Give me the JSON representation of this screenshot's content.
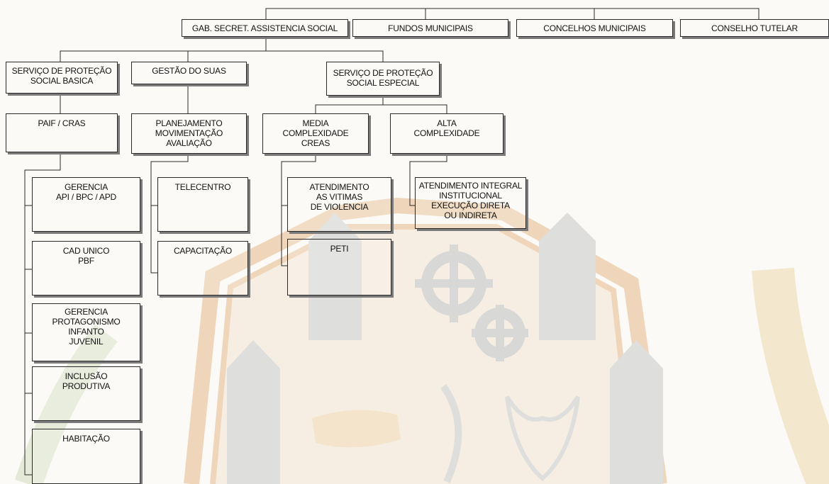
{
  "colors": {
    "line": "#2a2a2a",
    "shadow": "#7a7a7a",
    "watermark_orange": "#e6b98b",
    "watermark_gray": "#cfcfcf",
    "watermark_green": "#c9d6b2"
  },
  "top_row": {
    "gab": "GAB. SECRET. ASSISTENCIA SOCIAL",
    "fundos": "FUNDOS MUNICIPAIS",
    "concelhos": "CONCELHOS MUNICIPAIS",
    "tutelar": "CONSELHO TUTELAR"
  },
  "level2": {
    "basica": "SERVIÇO DE PROTEÇÃO\nSOCIAL BASICA",
    "suas": "GESTÃO DO SUAS",
    "especial": "SERVIÇO DE PROTEÇÃO\nSOCIAL ESPECIAL"
  },
  "level3": {
    "paif": "PAIF / CRAS",
    "planejamento": "PLANEJAMENTO\nMOVIMENTAÇÃO\nAVALIAÇÃO",
    "media": "MEDIA\nCOMPLEXIDADE\nCREAS",
    "alta": "ALTA\nCOMPLEXIDADE"
  },
  "basica_children": {
    "gerencia_api": "GERENCIA\nAPI / BPC / APD",
    "cad_unico": "CAD UNICO\nPBF",
    "protagonismo": "GERENCIA\nPROTAGONISMO\nINFANTO\nJUVENIL",
    "inclusao": "INCLUSÃO\nPRODUTIVA",
    "habitacao": "HABITAÇÃO"
  },
  "suas_children": {
    "telecentro": "TELECENTRO",
    "capacitacao": "CAPACITAÇÃO"
  },
  "media_children": {
    "atendimento_vitimas": "ATENDIMENTO\nAS VITIMAS\nDE VIOLENCIA",
    "peti": "PETI"
  },
  "alta_children": {
    "atendimento_integral": "ATENDIMENTO INTEGRAL\nINSTITUCIONAL\nEXECUÇÃO DIRETA\nOU INDIRETA"
  }
}
